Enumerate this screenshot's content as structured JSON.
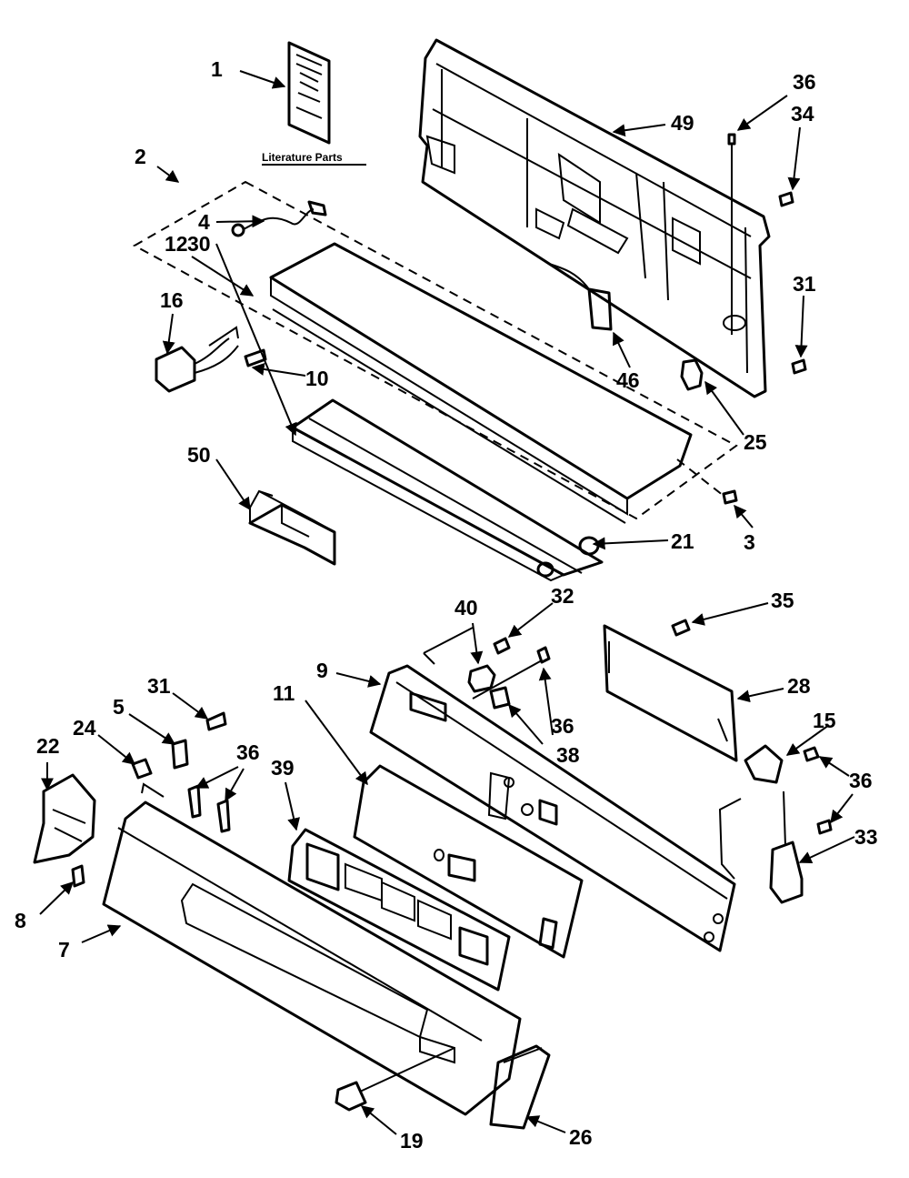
{
  "caption": "Literature Parts",
  "callouts": [
    "1",
    "2",
    "4",
    "12",
    "16",
    "10",
    "30",
    "50",
    "49",
    "36",
    "34",
    "31",
    "46",
    "25",
    "3",
    "21",
    "35",
    "40",
    "32",
    "28",
    "9",
    "36",
    "38",
    "15",
    "11",
    "36",
    "31",
    "5",
    "24",
    "22",
    "36",
    "39",
    "33",
    "8",
    "7",
    "19",
    "26"
  ]
}
